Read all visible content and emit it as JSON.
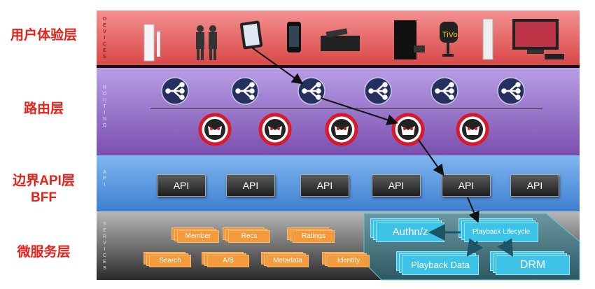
{
  "layers": {
    "devices": "用户体验层",
    "routing": "路由层",
    "api_1": "边界API层",
    "api_2": "BFF",
    "services": "微服务层"
  },
  "band_labels": {
    "devices": "DEVICES",
    "routing": "ROUTING",
    "api": "API",
    "services": "SERVICES"
  },
  "api_buttons": [
    "API",
    "API",
    "API",
    "API",
    "API",
    "API"
  ],
  "services": {
    "orange": [
      "Member",
      "Recs",
      "Ratings",
      "Search",
      "A/B",
      "Metadata",
      "Identity"
    ],
    "playback": [
      "Authn/z",
      "Playback Lifecycle",
      "Playback Data",
      "DRM"
    ]
  },
  "devices": [
    "wii",
    "people",
    "ipad",
    "iphone",
    "set-top-box",
    "ps3",
    "tivo",
    "xbox",
    "tv"
  ],
  "colors": {
    "devices": "#e05a5a",
    "routing": "#8a64bd",
    "api": "#4f8fd8",
    "services": "#555555",
    "label": "#e8201a",
    "orange": "#f39a3a",
    "blue": "#3ec3e8"
  }
}
